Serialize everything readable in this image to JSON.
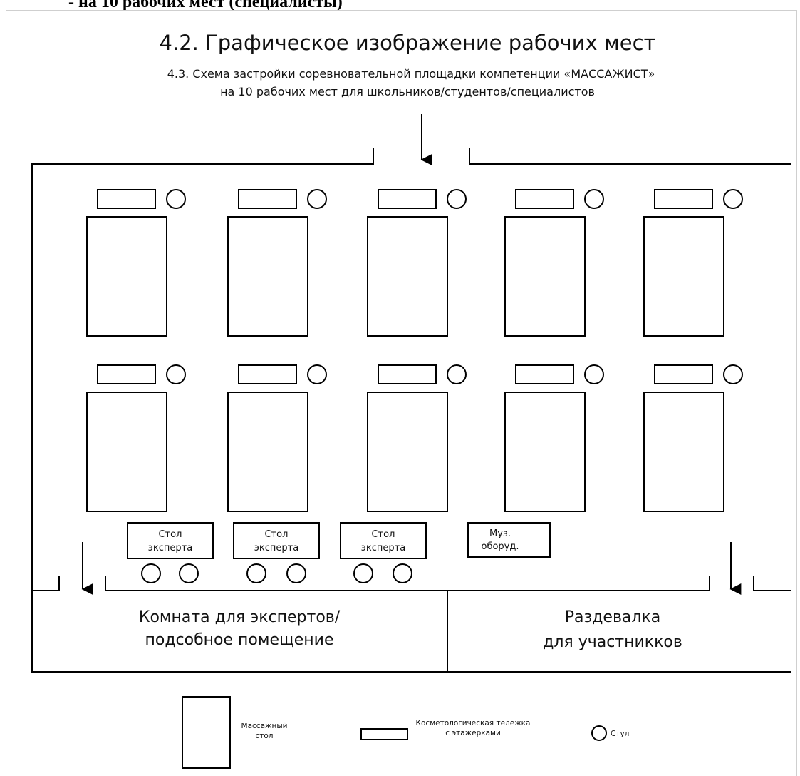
{
  "page_heading": "- на 10 рабочих мест (специалисты)",
  "diagram": {
    "title": "4.2. Графическое изображение рабочих мест",
    "subtitle_line1": "4.3. Схема застройки соревновательной площадки компетенции «МАССАЖИСТ»",
    "subtitle_line2": "на 10 рабочих мест для школьников/студентов/специалистов"
  },
  "workstations": {
    "rows": 2,
    "per_row": 5,
    "total": 10
  },
  "expert_tables": [
    {
      "line1": "Стол",
      "line2": "эксперта"
    },
    {
      "line1": "Стол",
      "line2": "эксперта"
    },
    {
      "line1": "Стол",
      "line2": "эксперта"
    }
  ],
  "music_equipment": {
    "line1": "Муз.",
    "line2": "оборуд."
  },
  "rooms": {
    "experts_line1": "Комната для экспертов/",
    "experts_line2": "подсобное помещение",
    "locker_line1": "Раздевалка",
    "locker_line2": "для участникков"
  },
  "legend": {
    "massage_table_line1": "Массажный",
    "massage_table_line2": "стол",
    "trolley_line1": "Косметологическая тележка",
    "trolley_line2": "с этажерками",
    "chair": "Стул"
  }
}
